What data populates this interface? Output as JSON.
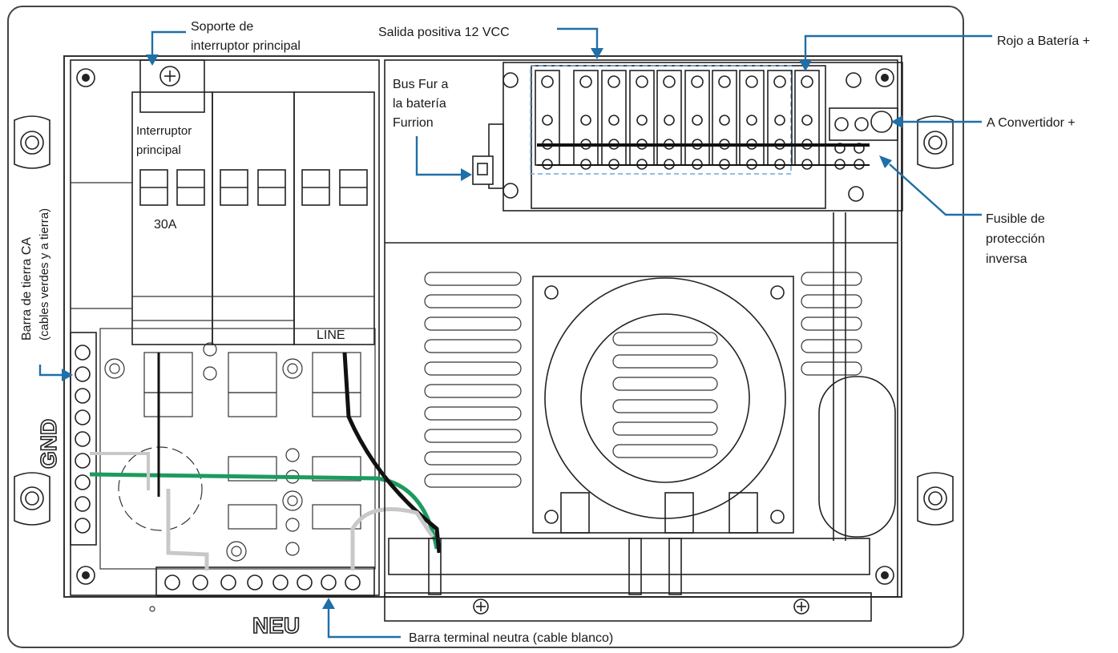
{
  "labels": {
    "soporte_line1": "Soporte de",
    "soporte_line2": "interruptor principal",
    "salida_positiva": "Salida positiva 12 VCC",
    "rojo_bateria": "Rojo a Batería +",
    "bus_line1": "Bus Fur a",
    "bus_line2": "la batería",
    "bus_line3": "Furrion",
    "a_convertidor": "A Convertidor +",
    "interruptor_line1": "Interruptor",
    "interruptor_line2": "principal",
    "amp_30": "30A",
    "fusible_line1": "Fusible de",
    "fusible_line2": "protección",
    "fusible_line3": "inversa",
    "tierra_line1": "Barra de tierra CA",
    "tierra_line2": "(cables verdes y a tierra)",
    "gnd": "GND",
    "line": "LINE",
    "neu": "NEU",
    "barra_neutra": "Barra terminal neutra (cable blanco)"
  },
  "colors": {
    "callout": "#1f6fa8",
    "ground_wire": "#1e9a5f",
    "line_wire": "#111111",
    "neutral_wire": "#c8c8c8",
    "fuse_outline": "#6fa8d8"
  }
}
